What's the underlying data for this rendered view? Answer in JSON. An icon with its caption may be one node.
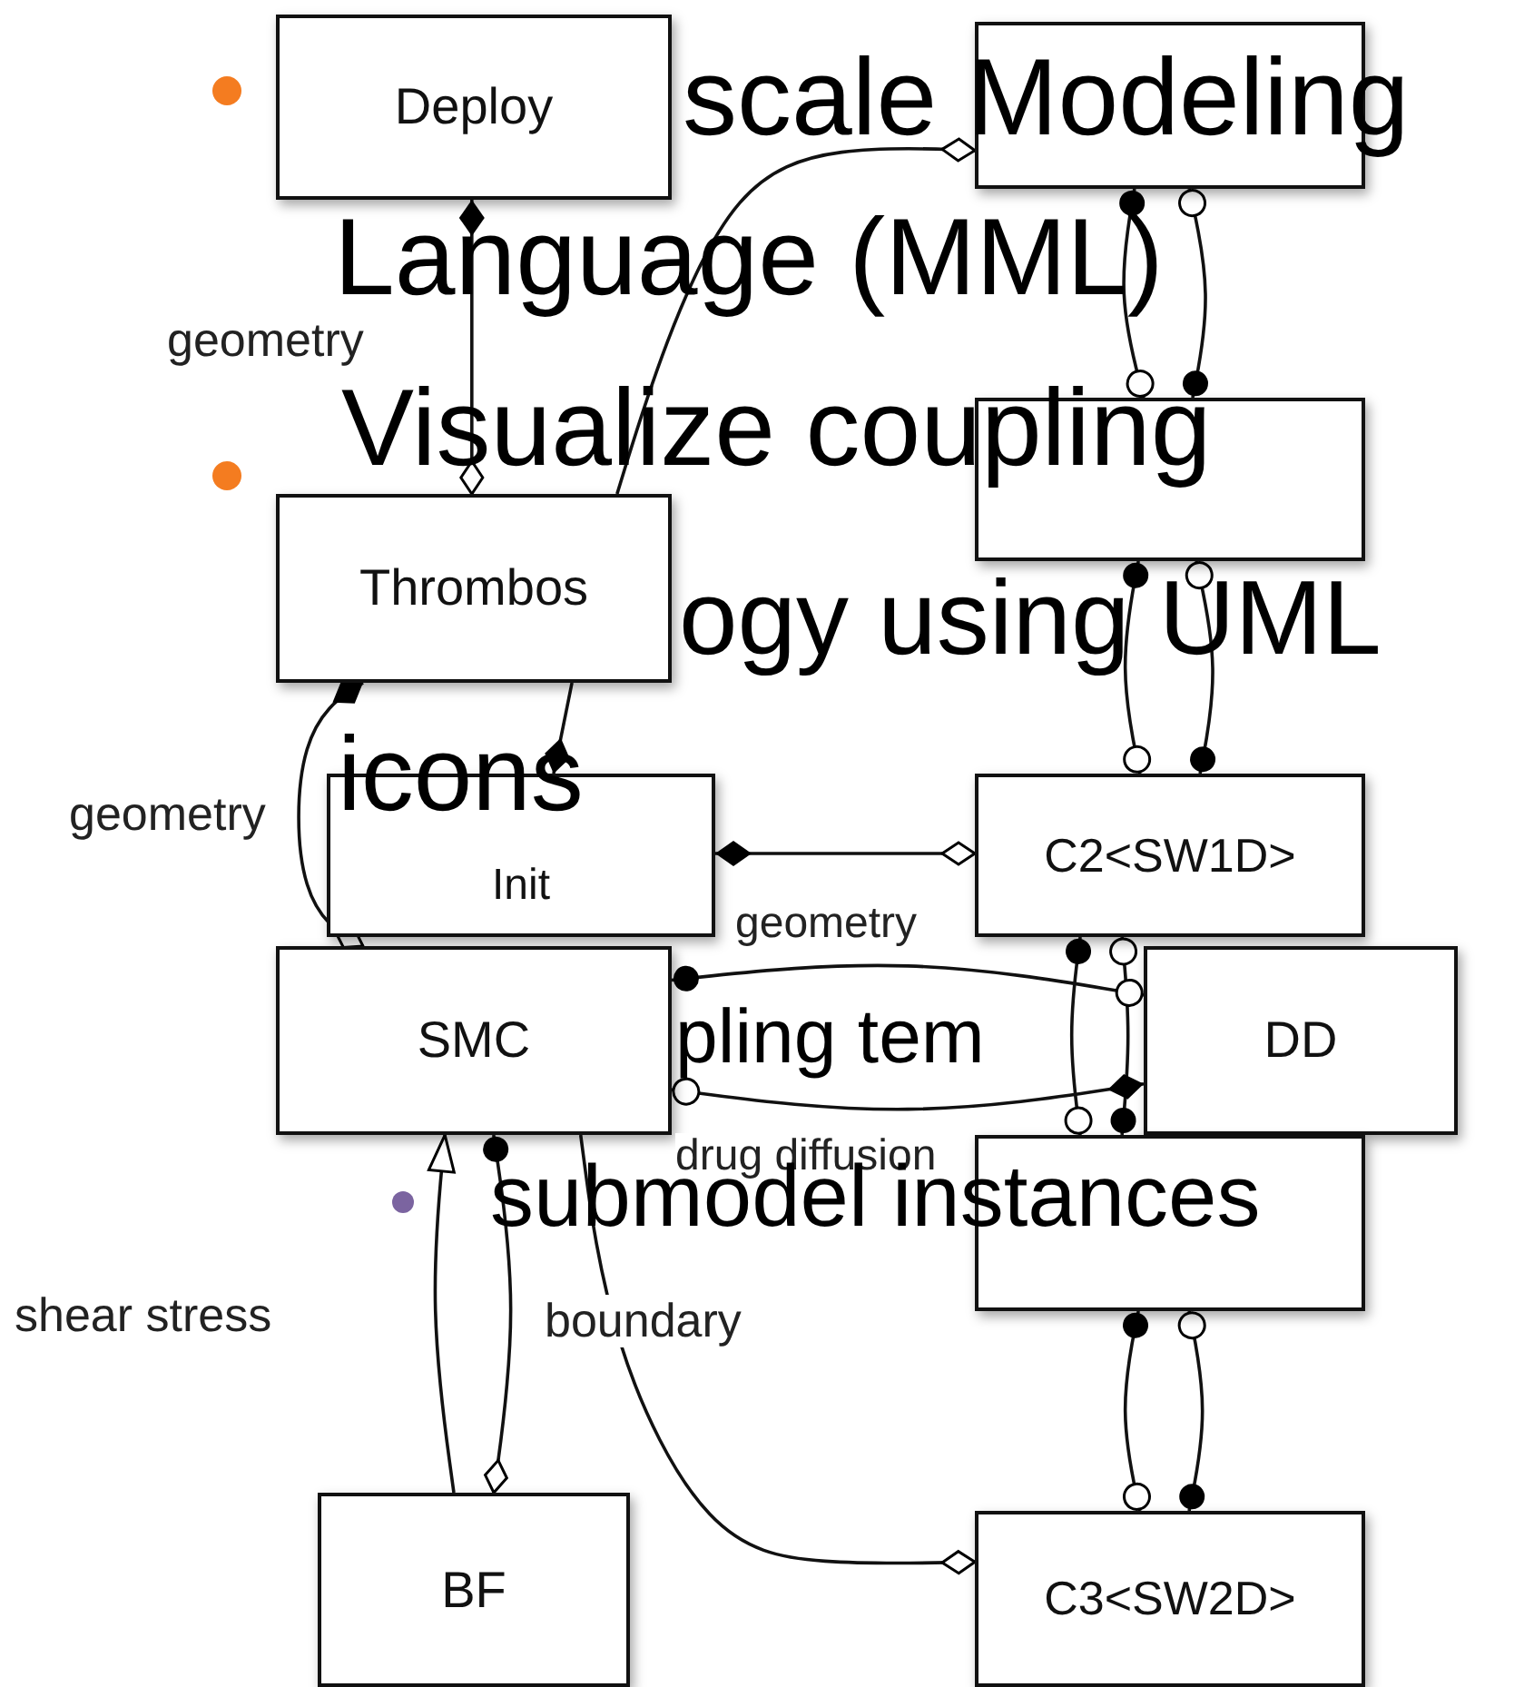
{
  "diagram": {
    "nodes": [
      {
        "text": [
          "Deploy"
        ]
      },
      {
        "text": [],
        "shape": "box"
      },
      {
        "text": [],
        "shape": "box"
      },
      {
        "text": [
          "Thrombos"
        ]
      },
      {
        "text": [
          "Init"
        ]
      },
      {
        "text": [
          "C2<SW1D>"
        ]
      },
      {
        "text": [
          "SMC"
        ]
      },
      {
        "text": [
          "DD"
        ]
      },
      {
        "text": [],
        "shape": "box"
      },
      {
        "text": [
          "BF"
        ]
      },
      {
        "text": [
          "C3<SW2D>"
        ]
      }
    ],
    "edges": [
      {
        "from": 0,
        "to": 3,
        "arrow": "other",
        "label": "geometry"
      },
      {
        "from": 3,
        "to": 1,
        "arrow": "other"
      },
      {
        "from": 1,
        "to": 2,
        "arrow": "other"
      },
      {
        "from": 2,
        "to": 1,
        "arrow": "other"
      },
      {
        "from": 2,
        "to": 5,
        "arrow": "other"
      },
      {
        "from": 5,
        "to": 2,
        "arrow": "other"
      },
      {
        "from": 3,
        "to": 6,
        "arrow": "other",
        "label": "geometry"
      },
      {
        "from": 3,
        "to": 4,
        "arrow": "other"
      },
      {
        "from": 4,
        "to": 5,
        "arrow": "other"
      },
      {
        "from": 5,
        "to": 8,
        "arrow": "other"
      },
      {
        "from": 8,
        "to": 5,
        "arrow": "other"
      },
      {
        "from": 6,
        "to": 7,
        "arrow": "other",
        "label": "geometry"
      },
      {
        "from": 7,
        "to": 6,
        "arrow": "other",
        "label": "drug diffusion"
      },
      {
        "from": 8,
        "to": 10,
        "arrow": "other"
      },
      {
        "from": 10,
        "to": 8,
        "arrow": "other"
      },
      {
        "from": 6,
        "to": 10,
        "arrow": "other"
      },
      {
        "from": 9,
        "to": 6,
        "arrow": "to",
        "label": "shear stress"
      },
      {
        "from": 6,
        "to": 9,
        "arrow": "other",
        "label": "boundary"
      }
    ],
    "labels": [
      "scale Modeling",
      "Language (MML)",
      "Visualize coupling",
      "ogy using UML",
      "icons",
      "pling tem",
      "submodel instances"
    ]
  }
}
